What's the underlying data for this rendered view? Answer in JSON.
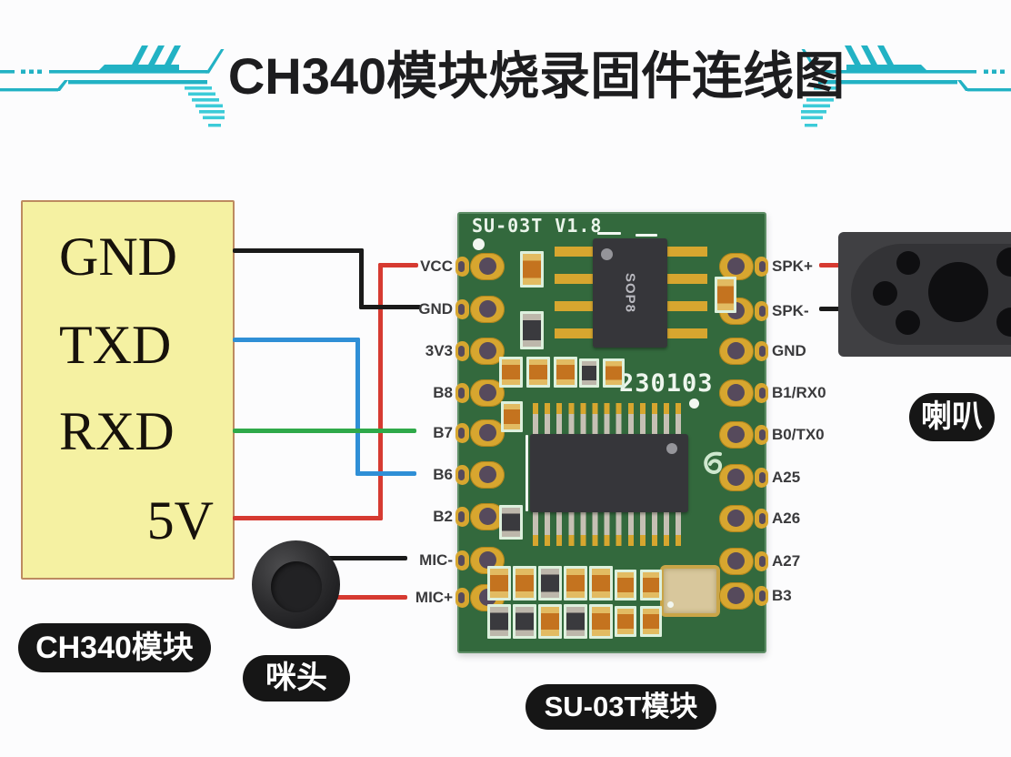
{
  "title": "CH340模块烧录固件连线图",
  "ch340": {
    "label": "CH340模块",
    "pins": [
      "GND",
      "TXD",
      "RXD",
      "5V"
    ]
  },
  "su03t": {
    "label": "SU-03T模块",
    "silkscreen_title": "SU-03T V1.8",
    "date_code": "230103",
    "sop8_label": "SOP8",
    "left_pins": [
      "VCC",
      "GND",
      "3V3",
      "B8",
      "B7",
      "B6",
      "B2",
      "MIC-",
      "MIC+"
    ],
    "right_pins": [
      "SPK+",
      "SPK-",
      "GND",
      "B1/RX0",
      "B0/TX0",
      "A25",
      "A26",
      "A27",
      "B3"
    ]
  },
  "mic": {
    "label": "咪头"
  },
  "speaker": {
    "label": "喇叭"
  },
  "connections": [
    {
      "from": "CH340 GND",
      "to": "SU-03T GND",
      "color": "black"
    },
    {
      "from": "CH340 TXD",
      "to": "SU-03T B6",
      "color": "blue"
    },
    {
      "from": "CH340 RXD",
      "to": "SU-03T B7",
      "color": "green"
    },
    {
      "from": "CH340 5V",
      "to": "SU-03T VCC",
      "color": "red"
    },
    {
      "from": "咪头",
      "to": "SU-03T MIC-",
      "color": "black"
    },
    {
      "from": "咪头",
      "to": "SU-03T MIC+",
      "color": "red"
    },
    {
      "from": "SU-03T SPK+",
      "to": "喇叭",
      "color": "red"
    },
    {
      "from": "SU-03T SPK-",
      "to": "喇叭",
      "color": "black"
    }
  ],
  "colors": {
    "accent_teal": "#22b2c4",
    "wire_red": "#d63a31",
    "wire_black": "#1a1a1a",
    "wire_blue": "#2f8fd6",
    "wire_green": "#2fa94a",
    "pcb_green": "#33693d",
    "pad_gold": "#d7a62f",
    "pad_hole": "#564a5c",
    "box_fill": "#f5f1a2",
    "box_border": "#bd8a60",
    "pill_bg": "#161616",
    "pill_text": "#ffffff",
    "chip_dark": "#36363a",
    "silkscreen": "#e8f3e8",
    "crystal_tan": "#d8c79c"
  }
}
